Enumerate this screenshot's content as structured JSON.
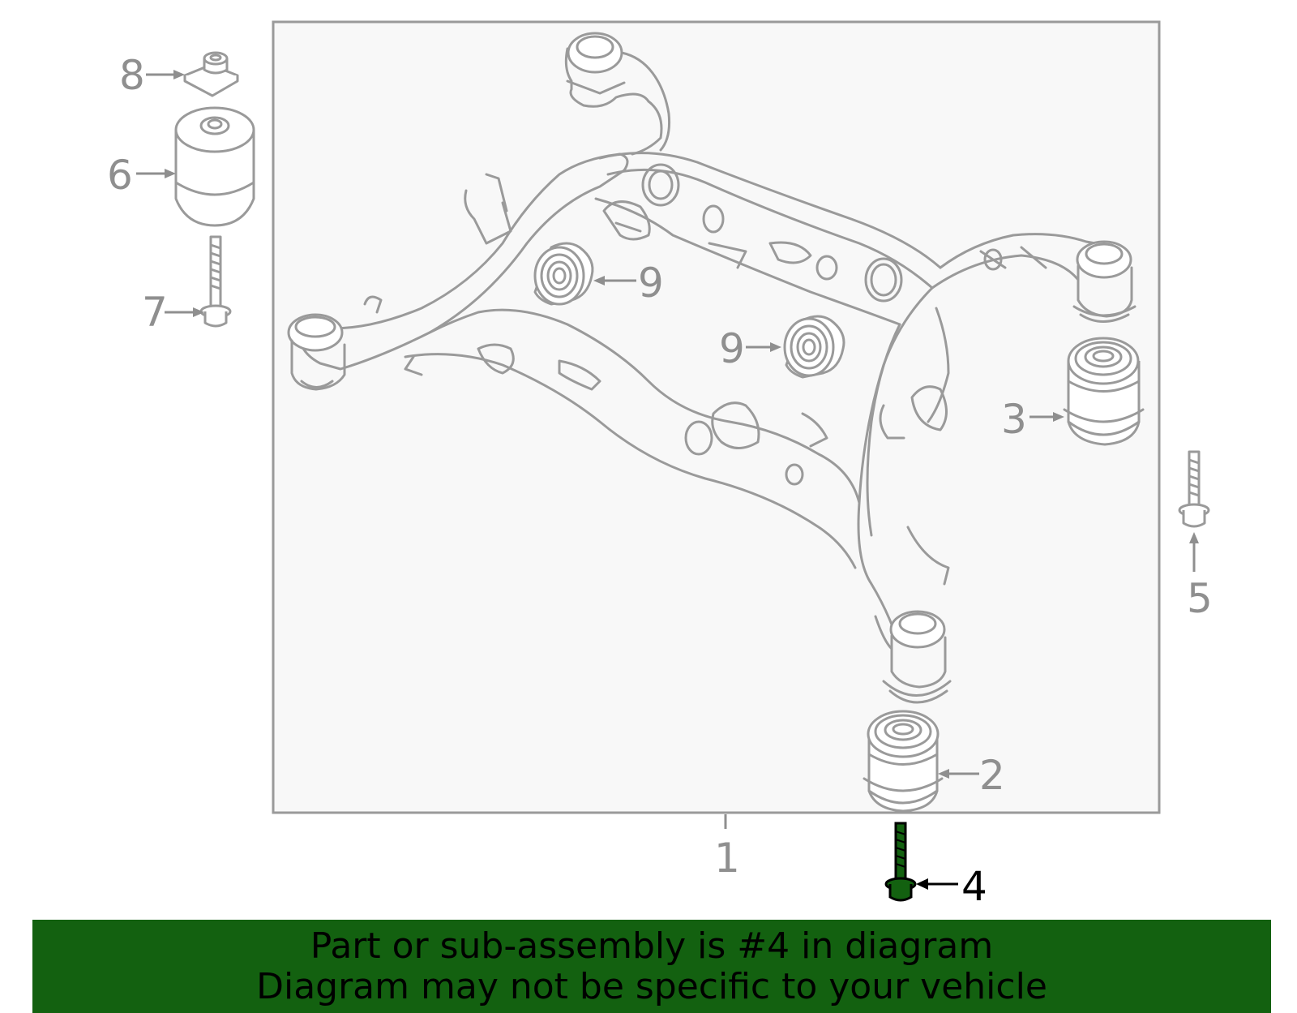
{
  "callouts": {
    "c1": "1",
    "c2": "2",
    "c3": "3",
    "c4": "4",
    "c5": "5",
    "c6": "6",
    "c7": "7",
    "c8": "8",
    "c9a": "9",
    "c9b": "9"
  },
  "highlight": {
    "color": "#136110",
    "part_number": "4"
  },
  "banner": {
    "line1": "Part or sub-assembly is #4 in diagram",
    "line2": "Diagram may not be specific to your vehicle"
  },
  "icons": {
    "subframe": "rear-subframe-icon",
    "bolt": "bolt-icon",
    "bushing": "bushing-icon",
    "mount": "mount-icon",
    "nut": "nut-icon"
  }
}
